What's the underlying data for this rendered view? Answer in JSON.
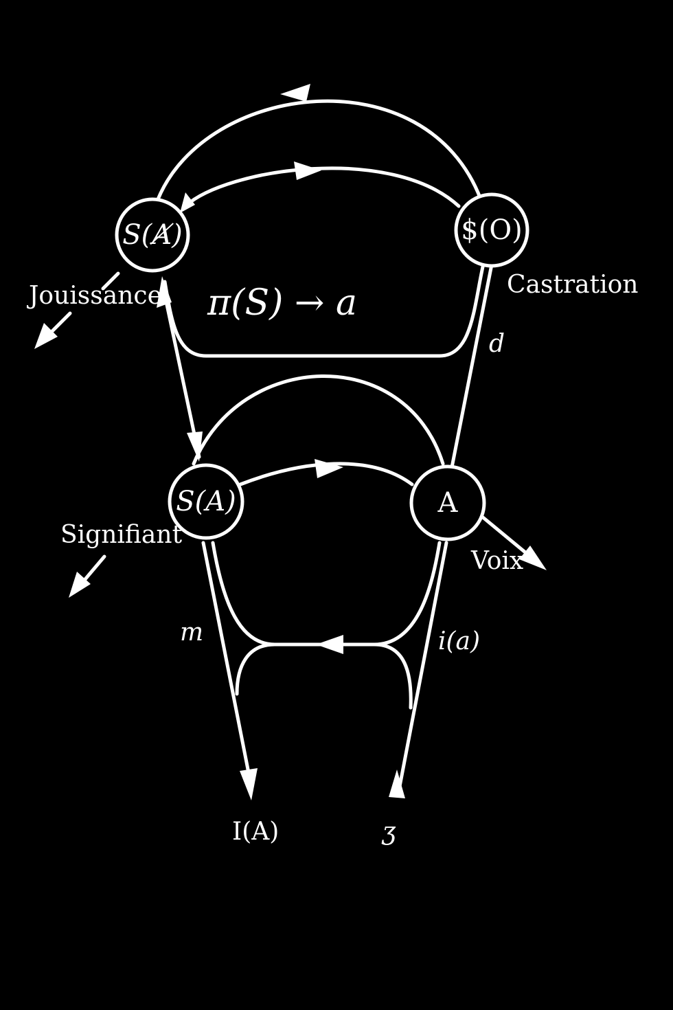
{
  "nodes": {
    "top_left": "S(Ⱥ)",
    "top_right": "$(O)",
    "mid_left": "S(A)",
    "mid_right": "A"
  },
  "labels": {
    "jouissance": "Jouissance",
    "castration": "Castration",
    "formula": "π(S) → a",
    "d": "d",
    "signifiant": "Signifiant",
    "voix": "Voix",
    "m": "m",
    "i_a": "i(a)",
    "ideal": "I(A)",
    "subject": "ʒ"
  }
}
